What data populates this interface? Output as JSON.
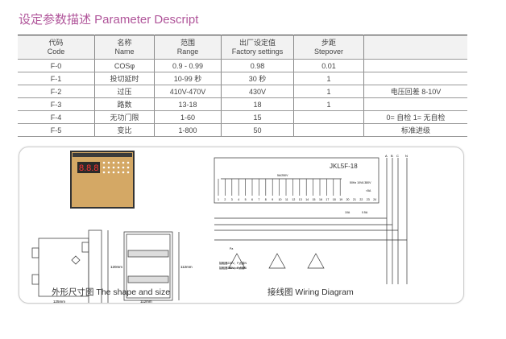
{
  "title": "设定参数描述  Parameter Descript",
  "table": {
    "headers": [
      [
        "代码",
        "Code"
      ],
      [
        "名称",
        "Name"
      ],
      [
        "范围",
        "Range"
      ],
      [
        "出厂设定值",
        "Factory settings"
      ],
      [
        "步距",
        "Stepover"
      ],
      [
        "",
        ""
      ]
    ],
    "rows": [
      [
        "F-0",
        "COSφ",
        "0.9 - 0.99",
        "0.98",
        "0.01",
        ""
      ],
      [
        "F-1",
        "投切延时",
        "10-99 秒",
        "30 秒",
        "1",
        ""
      ],
      [
        "F-2",
        "过压",
        "410V-470V",
        "430V",
        "1",
        "电压回差 8-10V"
      ],
      [
        "F-3",
        "路数",
        "13-18",
        "18",
        "1",
        ""
      ],
      [
        "F-4",
        "无功门限",
        "1-60",
        "15",
        "",
        "0= 自检  1= 无自检"
      ],
      [
        "F-5",
        "变比",
        "1-800",
        "50",
        "",
        "标准进级"
      ]
    ]
  },
  "shape": {
    "caption": "外形尺寸图 The shape and size",
    "display": "8.8.8",
    "dim_width": "125mm",
    "dim_height": "120mm",
    "dim_front_width": "112mm",
    "dim_front_height": "112mm"
  },
  "wiring": {
    "caption": "接线图  Wiring Diagram",
    "model": "JKL5F-18",
    "relay_rating": "5A/250V",
    "supply": "50Hz\n10VA\n380V",
    "current": "<5A",
    "fuse1": "10A",
    "fuse2": "0.5A",
    "phases": [
      "A",
      "B",
      "C",
      "N"
    ],
    "note1": "接触器220V，P点接N",
    "note2": "接触器380V，P点接B",
    "p_label": "Pa"
  }
}
